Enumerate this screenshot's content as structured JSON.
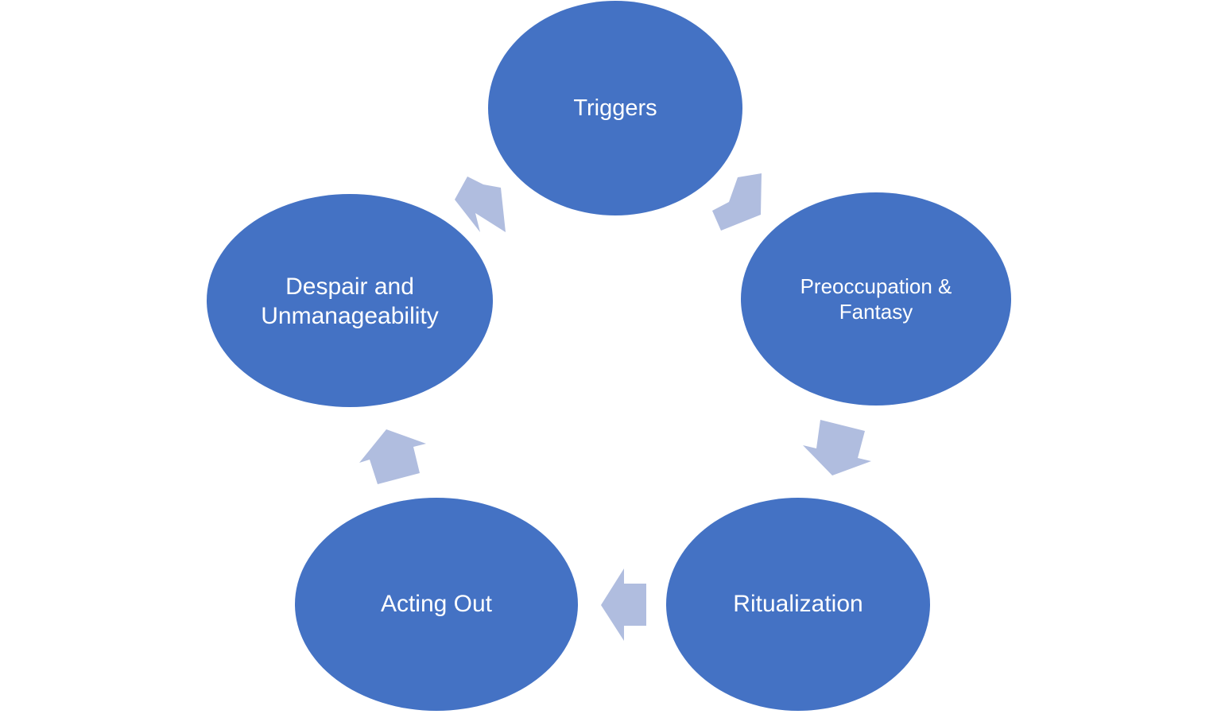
{
  "diagram": {
    "type": "cycle",
    "colors": {
      "node_fill": "#4472C4",
      "arrow_fill": "#B0BDDF",
      "text": "#FFFFFF",
      "background": "#FFFFFF"
    },
    "nodes": [
      {
        "id": "triggers",
        "lines": [
          "Triggers"
        ]
      },
      {
        "id": "preoccupation",
        "lines": [
          "Preoccupation &",
          "Fantasy"
        ]
      },
      {
        "id": "ritualization",
        "lines": [
          "Ritualization"
        ]
      },
      {
        "id": "acting-out",
        "lines": [
          "Acting Out"
        ]
      },
      {
        "id": "despair",
        "lines": [
          "Despair and",
          "Unmanageability"
        ]
      }
    ],
    "edges": [
      {
        "from": "triggers",
        "to": "preoccupation"
      },
      {
        "from": "preoccupation",
        "to": "ritualization"
      },
      {
        "from": "ritualization",
        "to": "acting-out"
      },
      {
        "from": "acting-out",
        "to": "despair"
      },
      {
        "from": "despair",
        "to": "triggers"
      }
    ]
  }
}
